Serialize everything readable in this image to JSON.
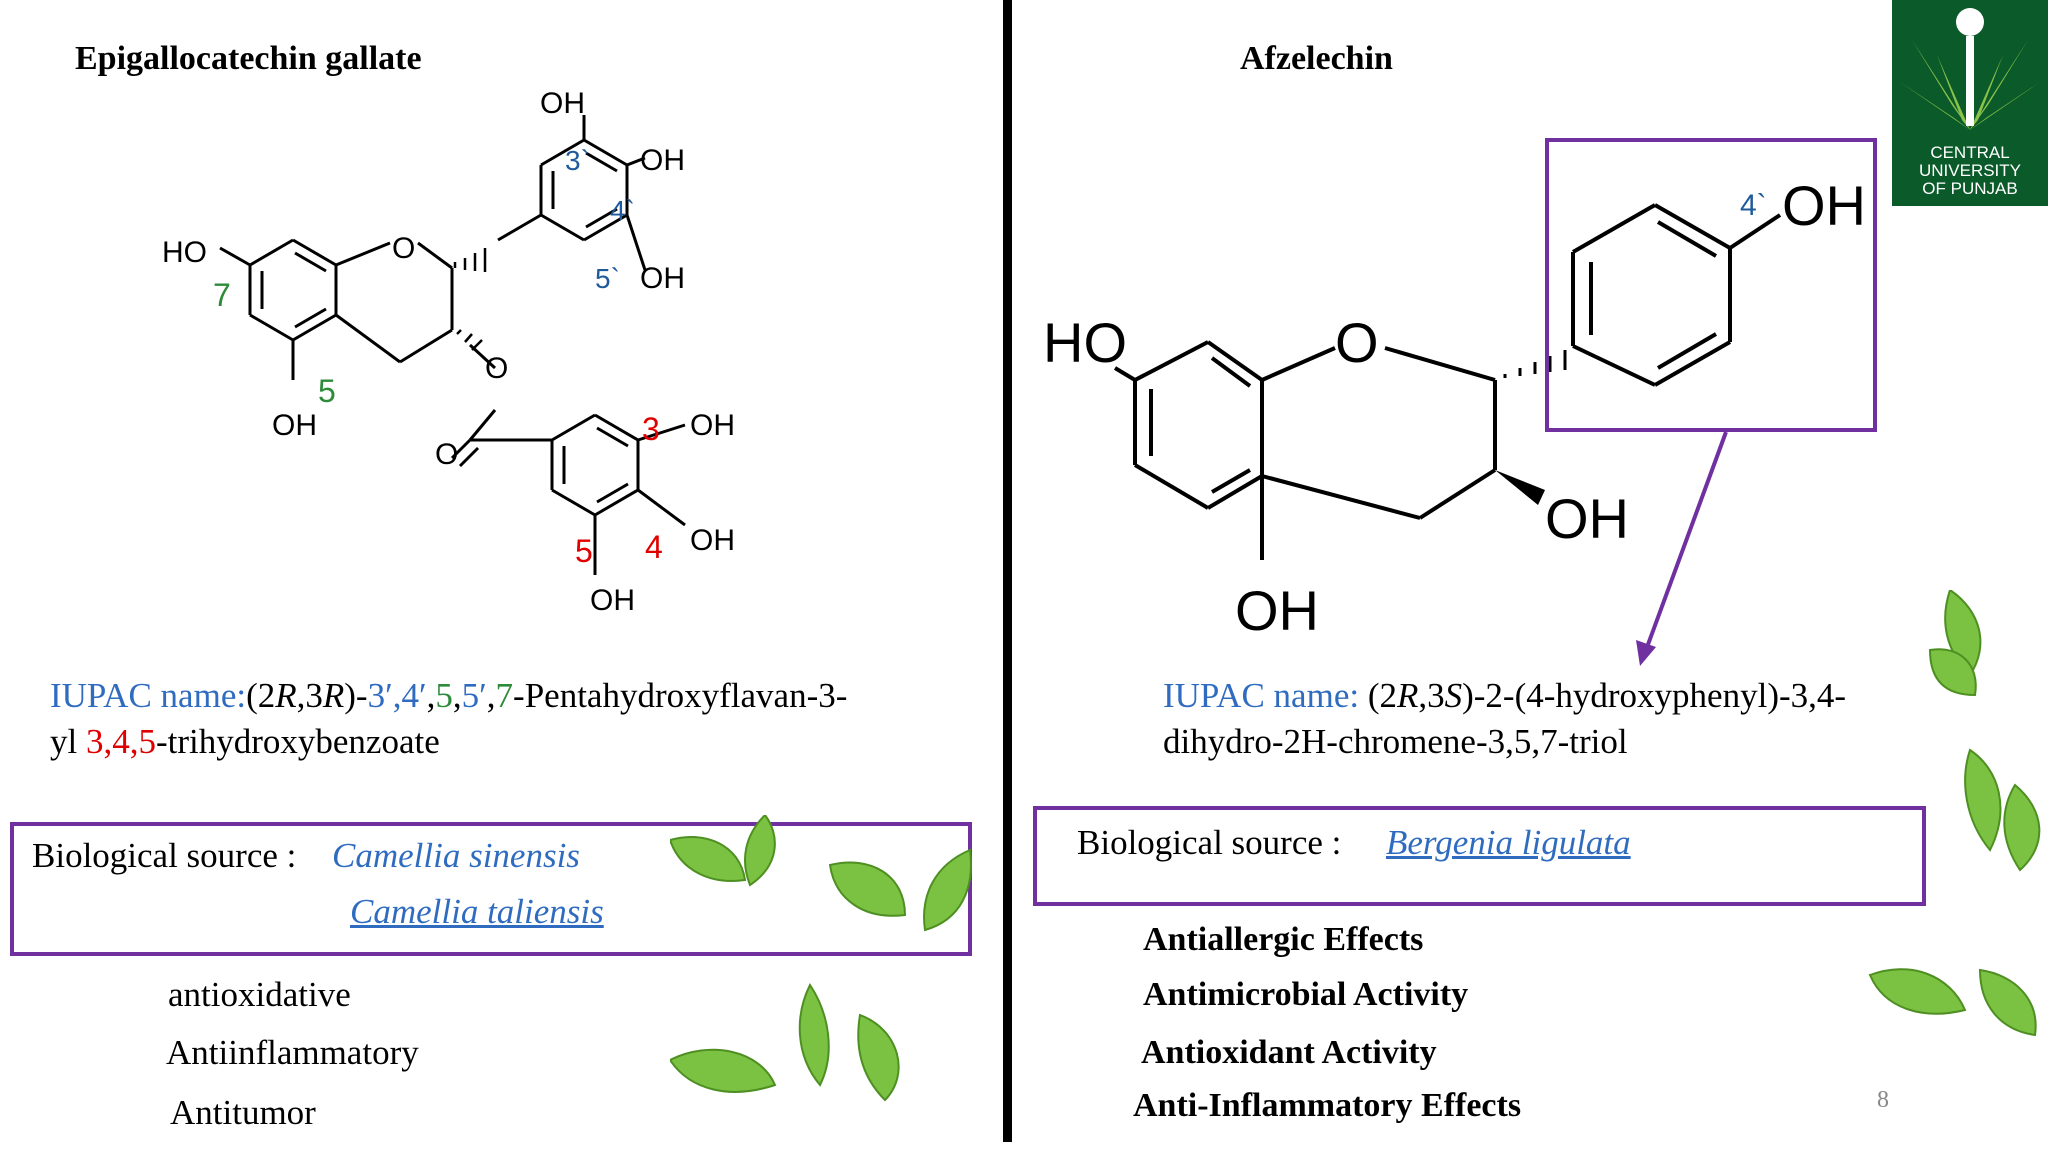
{
  "left": {
    "title": "Epigallocatechin gallate",
    "structure_labels": {
      "oh_top": "OH",
      "oh_4p": "OH",
      "oh_5p": "OH",
      "ho_7": "HO",
      "oh_5": "OH",
      "o_ring": "O",
      "o_ester": "O",
      "o_carbonyl": "O",
      "oh_g3": "OH",
      "oh_g4": "OH",
      "oh_g5": "OH",
      "pos_3p": "3`",
      "pos_4p": "4`",
      "pos_5p": "5`",
      "pos_7": "7",
      "pos_5": "5",
      "pos_g3": "3",
      "pos_g4": "4",
      "pos_g5": "5"
    },
    "iupac": {
      "label": "IUPAC name:",
      "p1": "(2",
      "r1": "R",
      "p2": ",3",
      "r2": "R",
      "p3": ")-",
      "n3p": "3′,4′",
      "comma1": ",",
      "n5": "5",
      "comma2": ",",
      "n5p": "5′",
      "comma3": ",",
      "n7": "7",
      "p4": "-Pentahydroxyflavan-3-",
      "line2_a": "yl ",
      "n345": "3,4,5",
      "line2_b": "-trihydroxybenzoate"
    },
    "source_label": "Biological source :",
    "source_1": "Camellia sinensis",
    "source_2": "Camellia taliensis",
    "activities": [
      "antioxidative",
      "Antiinflammatory",
      "Antitumor"
    ]
  },
  "right": {
    "title": "Afzelechin",
    "structure_labels": {
      "ho_7": "HO",
      "o_ring": "O",
      "oh_3": "OH",
      "oh_5": "OH",
      "oh_4p": "OH",
      "pos_4p": "4`"
    },
    "iupac": {
      "label": "IUPAC name:",
      "p1": " (2",
      "r1": "R",
      "p2": ",3",
      "s1": "S",
      "p3": ")-2-(4-hydroxyphenyl)-3,4-",
      "line2": "dihydro-2H-chromene-3,5,7-triol"
    },
    "source_label": "Biological source :",
    "source_1": "Bergenia ligulata",
    "activities": [
      "Antiallergic Effects",
      "Antimicrobial Activity",
      "Antioxidant Activity",
      "Anti-Inflammatory Effects"
    ]
  },
  "logo": {
    "line1": "CENTRAL",
    "line2": "UNIVERSITY",
    "line3": "OF PUNJAB"
  },
  "page_number": "8",
  "colors": {
    "accent_purple": "#7030a0",
    "link_blue": "#2f6cc0",
    "logo_green": "#0b5b2a",
    "red": "#e00000",
    "green": "#2e8b3a"
  }
}
